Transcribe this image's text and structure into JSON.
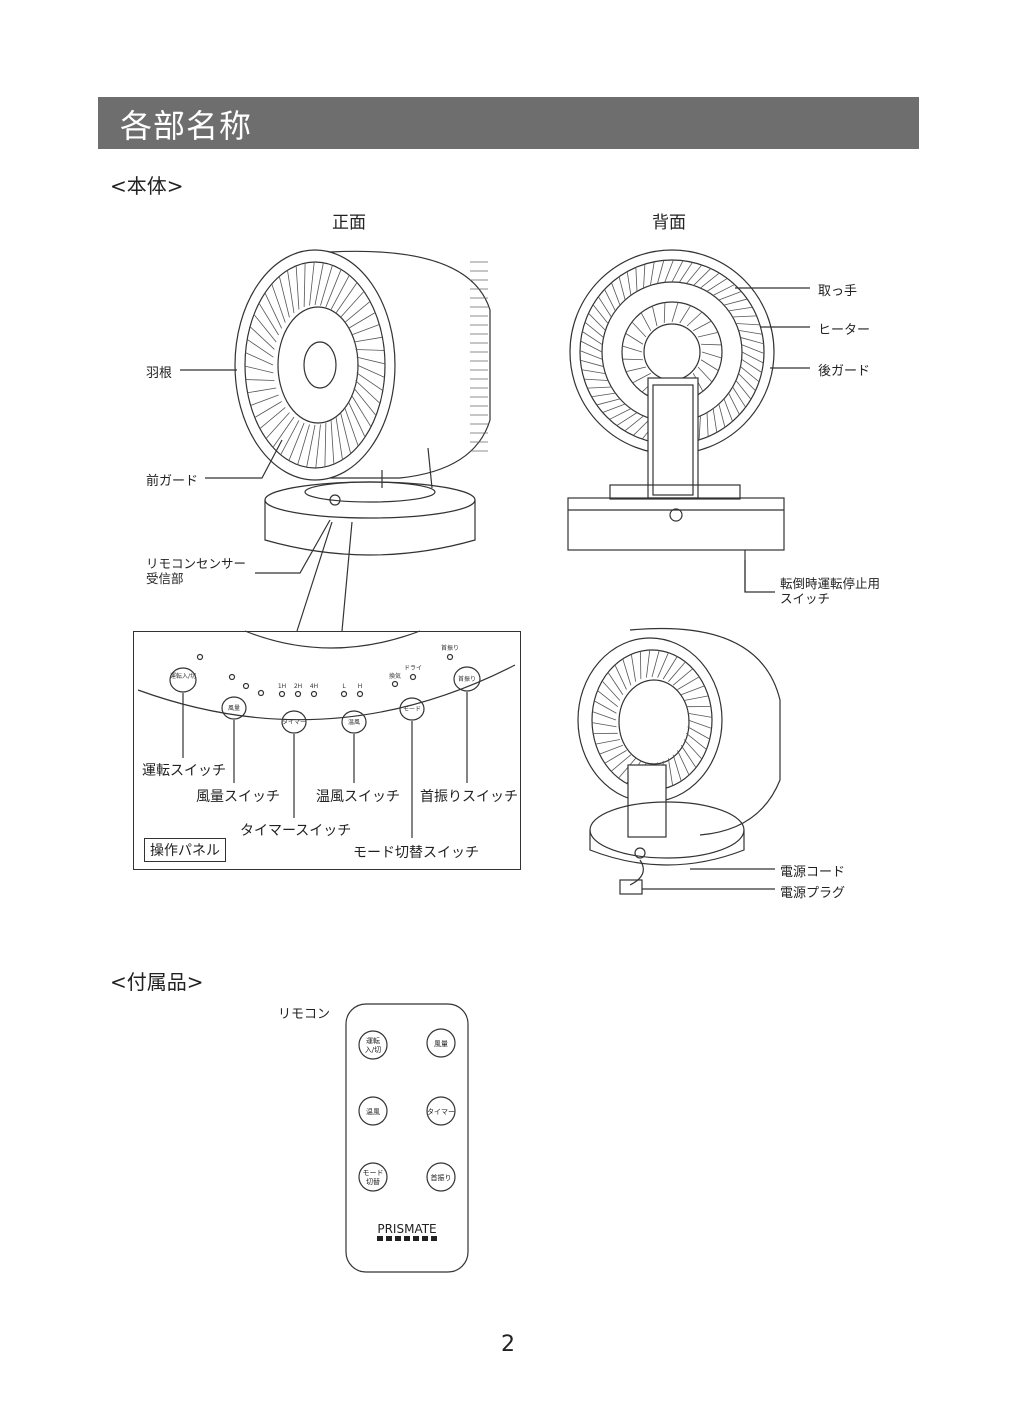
{
  "header": {
    "title": "各部名称"
  },
  "main_unit": {
    "heading": "<本体>",
    "front_label": "正面",
    "back_label": "背面",
    "front_parts": {
      "blade": "羽根",
      "front_guard": "前ガード",
      "remote_sensor_line1": "リモコンセンサー",
      "remote_sensor_line2": "受信部"
    },
    "back_parts": {
      "handle": "取っ手",
      "heater": "ヒーター",
      "rear_guard": "後ガード",
      "tip_switch_line1": "転倒時運転停止用",
      "tip_switch_line2": "スイッチ"
    },
    "side_parts": {
      "power_cord": "電源コード",
      "power_plug": "電源プラグ"
    }
  },
  "control_panel": {
    "tag": "操作パネル",
    "labels": {
      "power_switch": "運転スイッチ",
      "airflow_switch": "風量スイッチ",
      "timer_switch": "タイマースイッチ",
      "warm_air_switch": "温風スイッチ",
      "mode_switch": "モード切替スイッチ",
      "oscillation_switch": "首振りスイッチ"
    },
    "buttons": {
      "power": "運転入/切",
      "airflow": "風量",
      "timer": "タイマー",
      "warm": "温風",
      "mode": "モード",
      "swing": "首振り"
    },
    "indicators": {
      "swing": "首振り",
      "dry": "ドライ",
      "vent": "換気",
      "t1": "1H",
      "t2": "2H",
      "t4": "4H",
      "l": "L",
      "h": "H"
    }
  },
  "accessories": {
    "heading": "<付属品>",
    "remote_label": "リモコン",
    "remote_buttons": {
      "power_line1": "運転",
      "power_line2": "入/切",
      "airflow": "風量",
      "warm": "温風",
      "timer": "タイマー",
      "mode_line1": "モード",
      "mode_line2": "切替",
      "swing": "首振り"
    },
    "brand": "PRISMATE"
  },
  "footer": {
    "page_number": "2"
  }
}
